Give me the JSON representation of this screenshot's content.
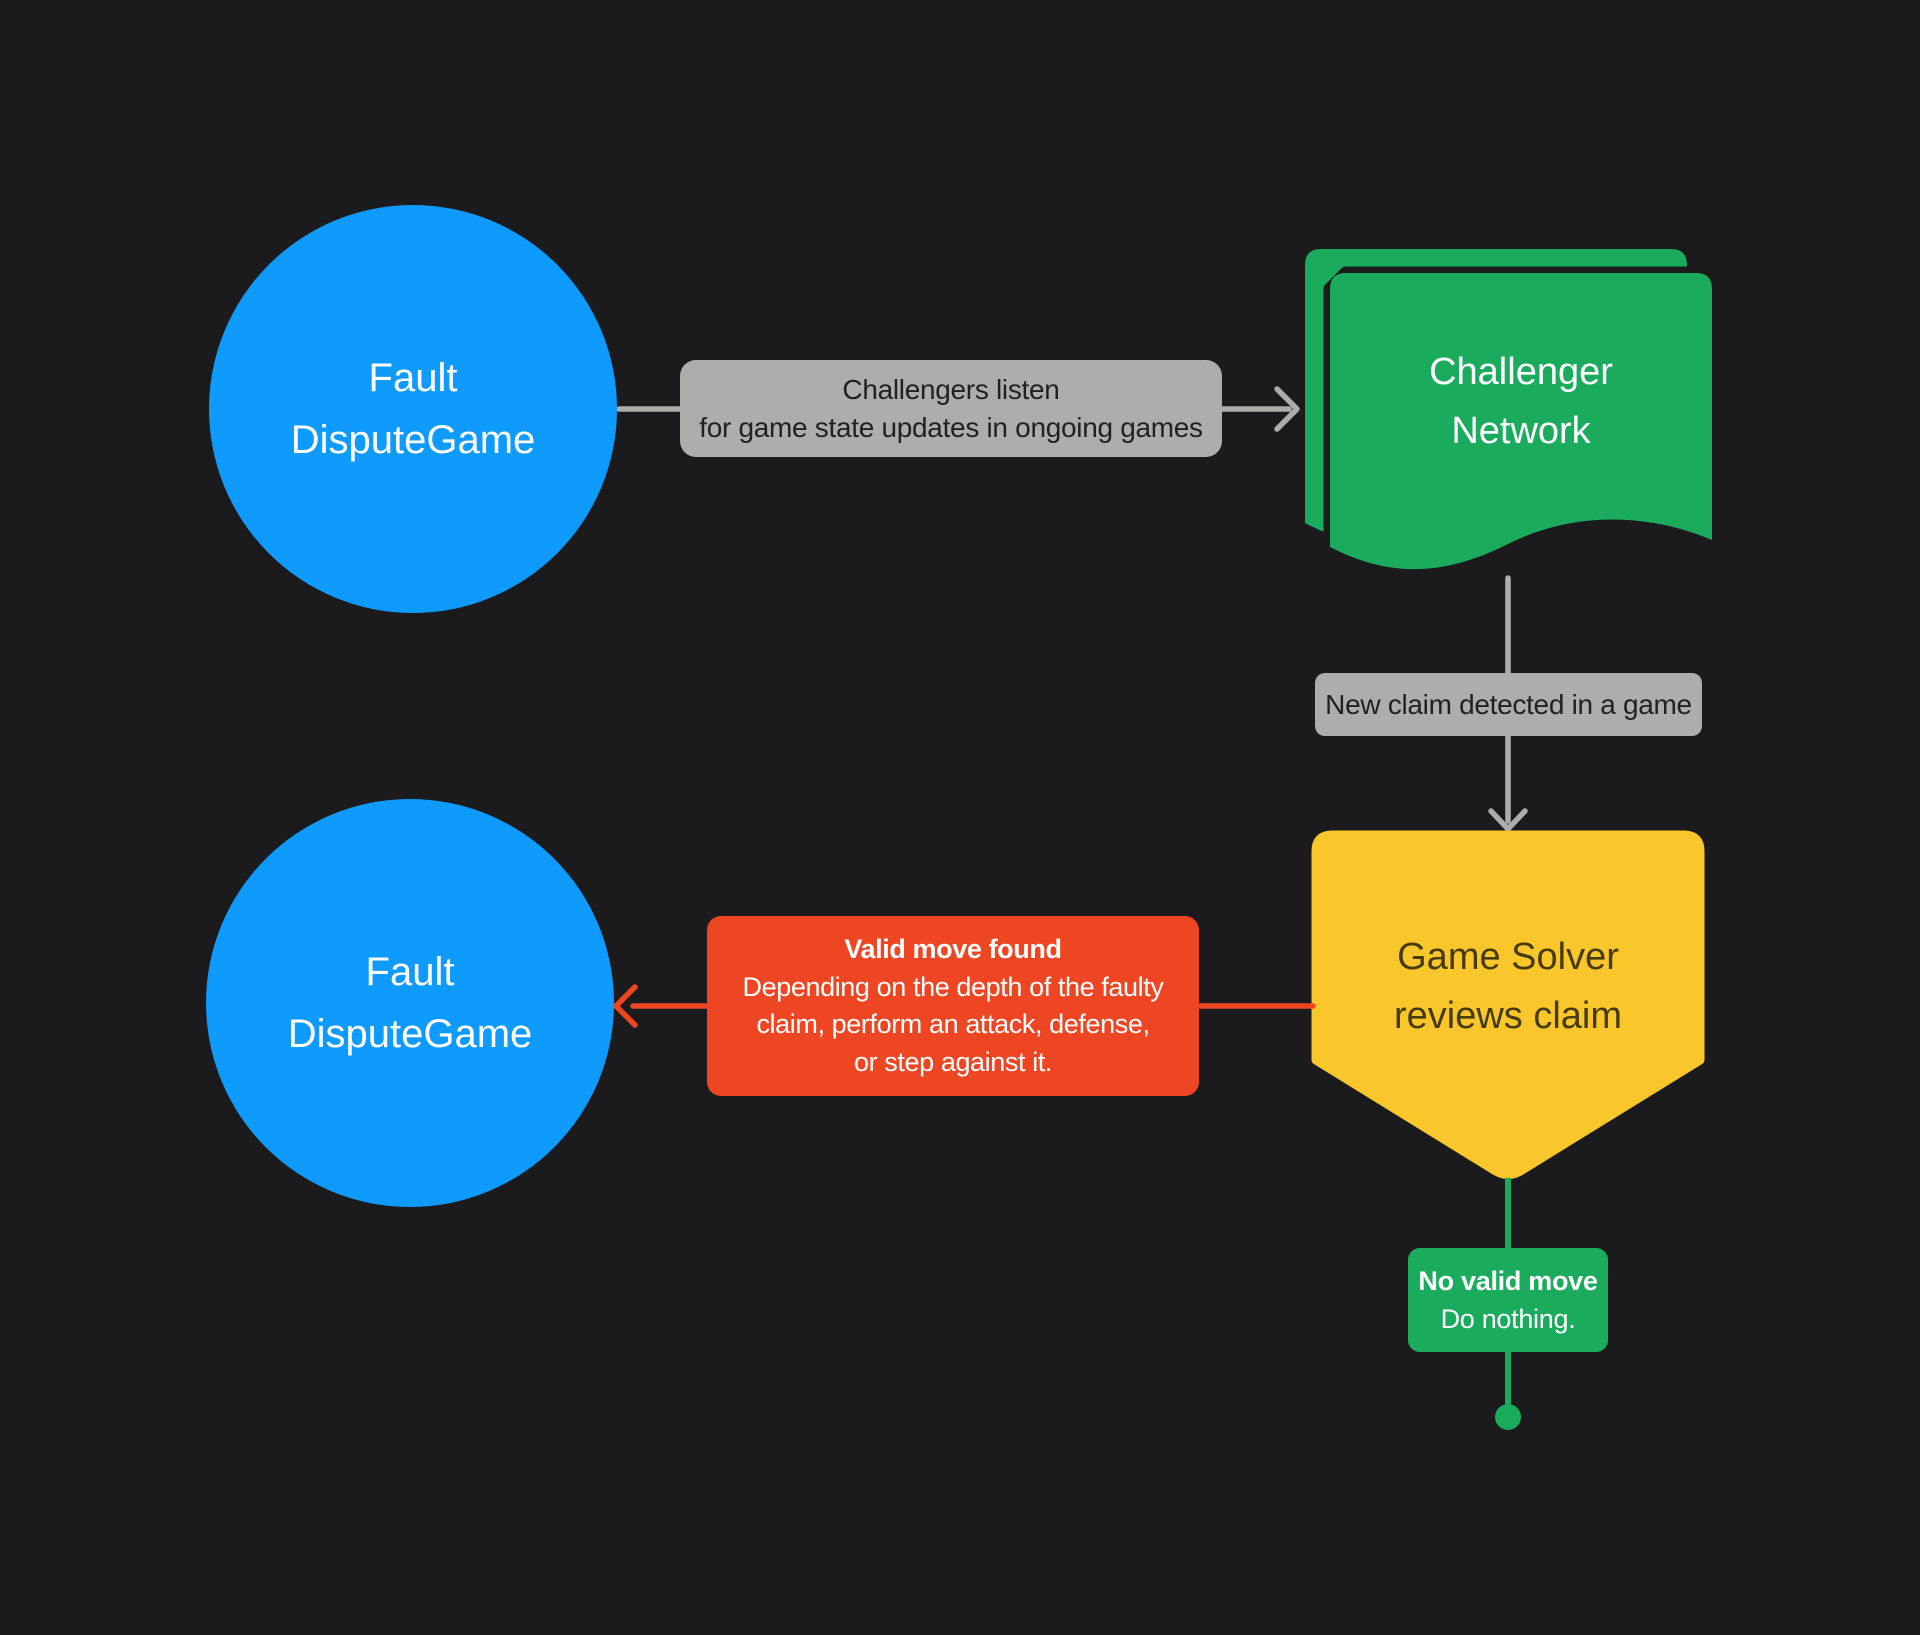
{
  "canvas": {
    "background": "#1B1B1D"
  },
  "nodes": {
    "fault_dispute_game_top": {
      "line1": "Fault",
      "line2": "DisputeGame",
      "fill": "#0F9AFD",
      "text_color": "#FFFFFF"
    },
    "challenger_network": {
      "line1": "Challenger",
      "line2": "Network",
      "fill": "#1BAB5D",
      "text_color": "#FFFFFF"
    },
    "game_solver": {
      "line1": "Game Solver",
      "line2": "reviews claim",
      "fill": "#F9C72B",
      "text_color": "#473B0B"
    },
    "fault_dispute_game_bottom": {
      "line1": "Fault",
      "line2": "DisputeGame",
      "fill": "#0F9AFD",
      "text_color": "#FFFFFF"
    }
  },
  "edge_labels": {
    "challengers_listen": {
      "line1": "Challengers listen",
      "line2": "for game state updates in ongoing games",
      "fill": "#ADADAD",
      "text_color": "#212123"
    },
    "new_claim": {
      "text": "New claim detected in a game",
      "fill": "#ADADAD",
      "text_color": "#212123"
    },
    "valid_move_found": {
      "title": "Valid move found",
      "line1": "Depending on the depth of the faulty",
      "line2": "claim, perform an attack, defense,",
      "line3": "or step against it.",
      "fill": "#EE4523",
      "text_color": "#FFFFFF"
    },
    "no_valid_move": {
      "title": "No valid move",
      "line1": "Do nothing.",
      "fill": "#1BAB5D",
      "text_color": "#FFFFFF"
    }
  },
  "connectors": {
    "gray": "#ACACAC",
    "red": "#EE4523",
    "green": "#1BAB5D"
  }
}
